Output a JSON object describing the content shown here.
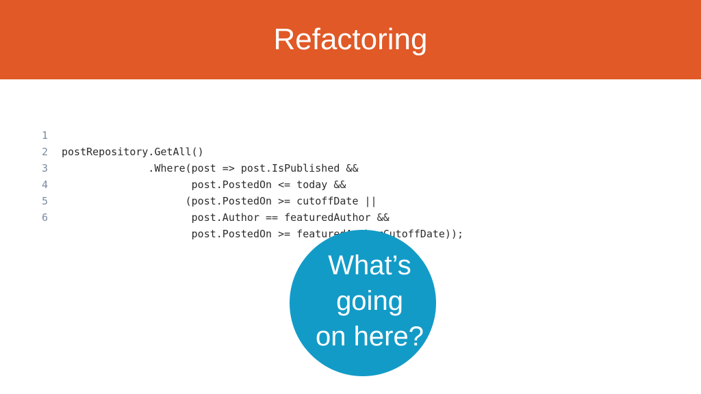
{
  "slide": {
    "title": "Refactoring",
    "colors": {
      "title_bar": "#e05927",
      "bubble": "#139bc7",
      "code_text": "#2b2b2b",
      "line_numbers": "#7d8aa0"
    }
  },
  "code": {
    "lines": [
      {
        "num": "1",
        "text": "postRepository.GetAll()"
      },
      {
        "num": "2",
        "text": "              .Where(post => post.IsPublished &&"
      },
      {
        "num": "3",
        "text": "                     post.PostedOn <= today &&"
      },
      {
        "num": "4",
        "text": "                    (post.PostedOn >= cutoffDate ||"
      },
      {
        "num": "5",
        "text": "                     post.Author == featuredAuthor &&"
      },
      {
        "num": "6",
        "text": "                     post.PostedOn >= featuredAuthorCutoffDate));"
      }
    ]
  },
  "callout": {
    "lines": [
      "What’s",
      "going",
      "on here?"
    ]
  }
}
